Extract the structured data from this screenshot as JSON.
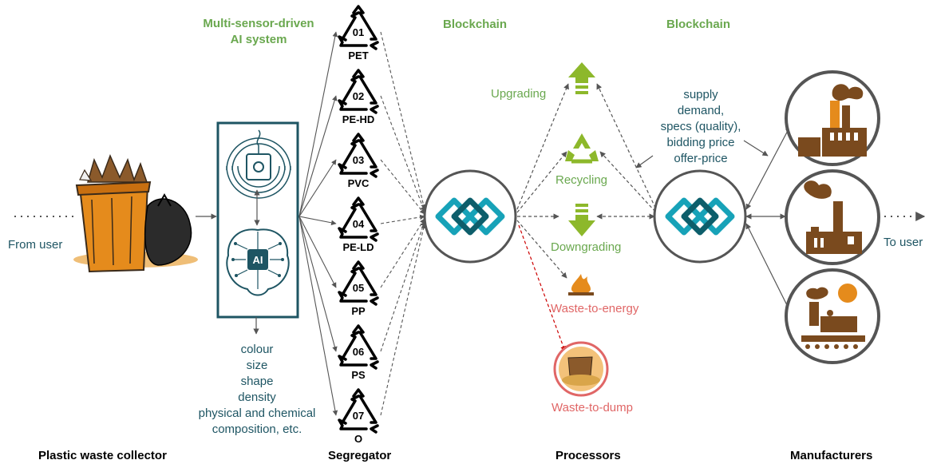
{
  "headers": {
    "ai_system": "Multi-sensor-driven\nAI system",
    "blockchain_left": "Blockchain",
    "blockchain_right": "Blockchain"
  },
  "flow": {
    "from_user": "From user",
    "to_user": "To user"
  },
  "ai_module": {
    "chip_label": "AI",
    "features": "colour\nsize\nshape\ndensity\nphysical and chemical\ncomposition, etc."
  },
  "resin_codes": [
    {
      "number": "01",
      "label": "PET"
    },
    {
      "number": "02",
      "label": "PE-HD"
    },
    {
      "number": "03",
      "label": "PVC"
    },
    {
      "number": "04",
      "label": "PE-LD"
    },
    {
      "number": "05",
      "label": "PP"
    },
    {
      "number": "06",
      "label": "PS"
    },
    {
      "number": "07",
      "label": "O"
    }
  ],
  "processes": {
    "upgrading": "Upgrading",
    "recycling": "Recycling",
    "downgrading": "Downgrading",
    "waste_to_energy": "Waste-to-energy",
    "waste_to_dump": "Waste-to-dump"
  },
  "market_info": "supply\ndemand,\nspecs (quality),\nbidding price\noffer-price",
  "stages": {
    "collector": "Plastic waste collector",
    "segregator": "Segregator",
    "processors": "Processors",
    "manufacturers": "Manufacturers"
  },
  "colors": {
    "green": "#6aa84f",
    "teal": "#1e5563",
    "red": "#e06666",
    "brown": "#7a4a1e",
    "orange": "#e58b1c",
    "cyan": "#17a2b8",
    "arrow_gray": "#555555"
  }
}
